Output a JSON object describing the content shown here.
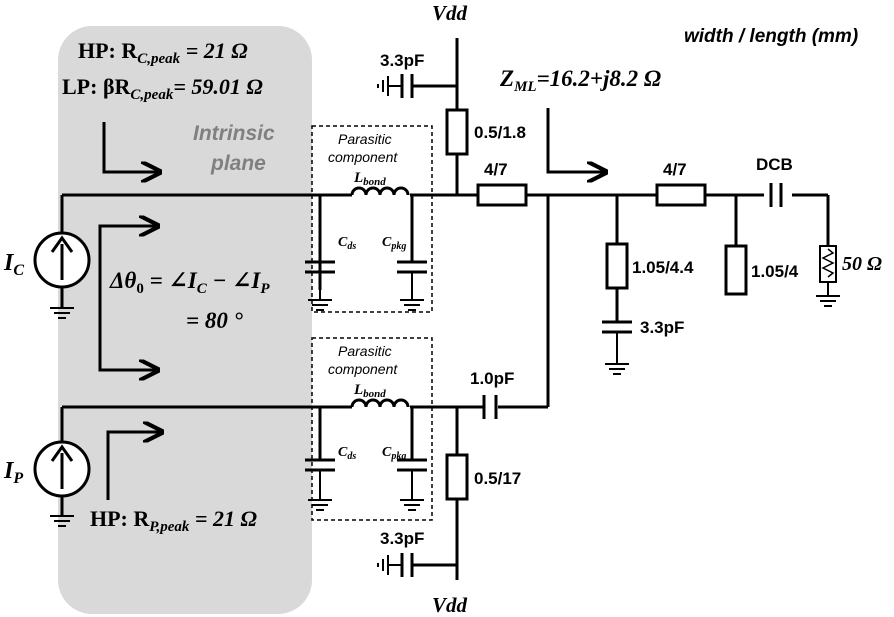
{
  "header": {
    "units_note": "width / length (mm)"
  },
  "supply": {
    "top": "Vdd",
    "bottom": "Vdd"
  },
  "intrinsic": {
    "line1": "HP: R",
    "line1_sub": "C,peak",
    "line1_val": " = 21 Ω",
    "line2": "LP: βR",
    "line2_sub": "C,peak",
    "line2_val": "= 59.01 Ω",
    "plane_line1": "Intrinsic",
    "plane_line2": "plane",
    "bottom_label": "HP: R",
    "bottom_sub": "P,peak",
    "bottom_val": " = 21 Ω"
  },
  "sources": {
    "carrier": {
      "label": "I",
      "sub": "C"
    },
    "peaking": {
      "label": "I",
      "sub": "P"
    }
  },
  "phase": {
    "line1": "Δθ",
    "line1_sub": "0",
    "line1_rest": " = ∠I",
    "line1_sub2": "C",
    "line1_rest2": " − ∠I",
    "line1_sub3": "P",
    "line2": "= 80 °"
  },
  "parasitic": {
    "title1": "Parasitic",
    "title2": "component",
    "inductor": "L",
    "inductor_sub": "bond",
    "cds": "C",
    "cds_sub": "ds",
    "cpkg": "C",
    "cpkg_sub": "pkg"
  },
  "components": {
    "bypass_top": "3.3pF",
    "bias_top": "0.5/1.8",
    "tline_main": "4/7",
    "tline_out": "4/7",
    "dcb": "DCB",
    "stub1": "1.05/4.4",
    "stub1_cap": "3.3pF",
    "stub2": "1.05/4",
    "load": "50 Ω",
    "coupling_cap": "1.0pF",
    "bias_bottom": "0.5/17",
    "bypass_bottom": "3.3pF"
  },
  "impedance": {
    "label": "Z",
    "sub": "ML",
    "value": "=16.2+j8.2 Ω"
  }
}
